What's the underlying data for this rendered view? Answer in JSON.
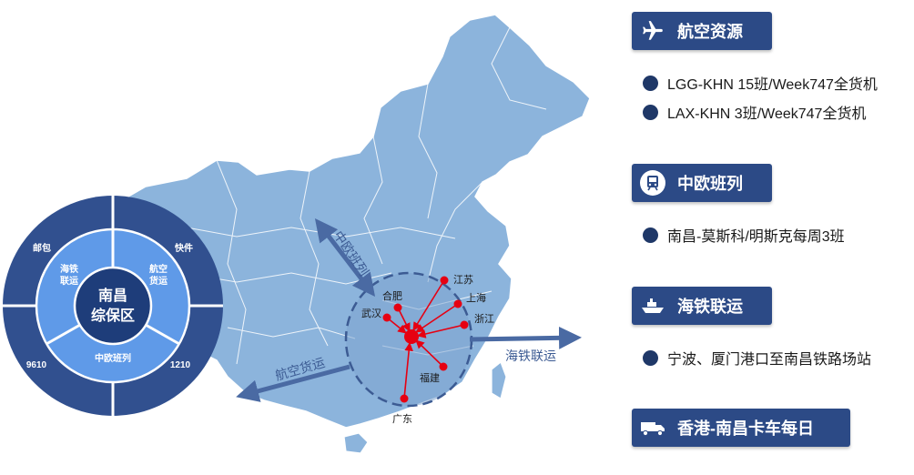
{
  "hub": {
    "center_line1": "南昌",
    "center_line2": "综保区",
    "inner_segments": [
      "海铁联运",
      "航空货运",
      "中欧班列"
    ],
    "outer_segments": [
      "邮包",
      "快件",
      "9610",
      "1210"
    ]
  },
  "map": {
    "cities": [
      "江苏",
      "合肥",
      "上海",
      "武汉",
      "浙江",
      "福建",
      "广东"
    ],
    "routes": {
      "rail": "中欧班列",
      "air": "航空货运",
      "sea_rail": "海铁联运"
    }
  },
  "sections": [
    {
      "icon": "airplane-icon",
      "title": "航空资源",
      "items": [
        "LGG-KHN 15班/Week747全货机",
        "LAX-KHN 3班/Week747全货机"
      ]
    },
    {
      "icon": "train-icon",
      "title": "中欧班列",
      "items": [
        "南昌-莫斯科/明斯克每周3班"
      ]
    },
    {
      "icon": "ship-icon",
      "title": "海铁联运",
      "items": [
        "宁波、厦门港口至南昌铁路场站"
      ]
    },
    {
      "icon": "truck-icon",
      "title": "香港-南昌卡车每日",
      "items": []
    }
  ],
  "colors": {
    "map_fill": "#8cb4dc",
    "map_border": "#ffffff",
    "hub_outer": "#31508f",
    "hub_inner": "#5f9ae8",
    "hub_center": "#1e3d7a",
    "header_bg": "#2c4a86",
    "route_red": "#e60012",
    "arrow_blue": "#4a6aa3"
  }
}
